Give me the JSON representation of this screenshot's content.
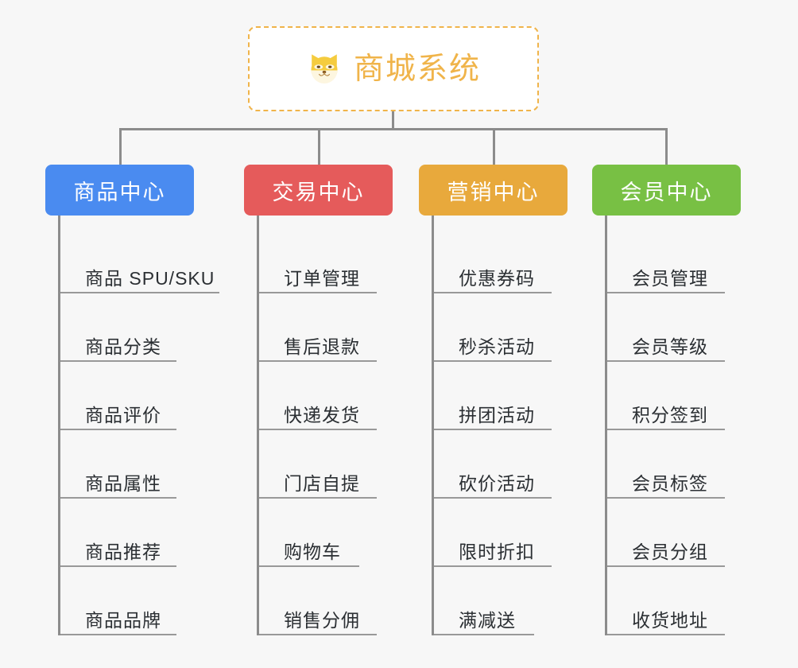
{
  "root": {
    "title": "商城系统",
    "icon": "shiba-dog-face-emoji",
    "border_color": "#f0b44a",
    "text_color": "#f0b44a",
    "background": "#ffffff"
  },
  "canvas": {
    "background": "#f7f7f7",
    "connector_color": "#8c8c8c",
    "leaf_underline_color": "#999999",
    "leaf_text_color": "#2b2f33"
  },
  "branches": [
    {
      "label": "商品中心",
      "color": "#4a8bf0",
      "leaves": [
        {
          "label": "商品 SPU/SKU",
          "underline_width": 200
        },
        {
          "label": "商品分类",
          "underline_width": 146
        },
        {
          "label": "商品评价",
          "underline_width": 146
        },
        {
          "label": "商品属性",
          "underline_width": 146
        },
        {
          "label": "商品推荐",
          "underline_width": 146
        },
        {
          "label": "商品品牌",
          "underline_width": 146
        }
      ]
    },
    {
      "label": "交易中心",
      "color": "#e55b5b",
      "leaves": [
        {
          "label": "订单管理",
          "underline_width": 148
        },
        {
          "label": "售后退款",
          "underline_width": 148
        },
        {
          "label": "快递发货",
          "underline_width": 148
        },
        {
          "label": "门店自提",
          "underline_width": 148
        },
        {
          "label": "购物车",
          "underline_width": 126
        },
        {
          "label": "销售分佣",
          "underline_width": 148
        }
      ]
    },
    {
      "label": "营销中心",
      "color": "#e8a93c",
      "leaves": [
        {
          "label": "优惠券码",
          "underline_width": 148
        },
        {
          "label": "秒杀活动",
          "underline_width": 148
        },
        {
          "label": "拼团活动",
          "underline_width": 148
        },
        {
          "label": "砍价活动",
          "underline_width": 148
        },
        {
          "label": "限时折扣",
          "underline_width": 148
        },
        {
          "label": "满减送",
          "underline_width": 126
        }
      ]
    },
    {
      "label": "会员中心",
      "color": "#78c044",
      "leaves": [
        {
          "label": "会员管理",
          "underline_width": 148
        },
        {
          "label": "会员等级",
          "underline_width": 148
        },
        {
          "label": "积分签到",
          "underline_width": 148
        },
        {
          "label": "会员标签",
          "underline_width": 148
        },
        {
          "label": "会员分组",
          "underline_width": 148
        },
        {
          "label": "收货地址",
          "underline_width": 148
        }
      ]
    }
  ]
}
